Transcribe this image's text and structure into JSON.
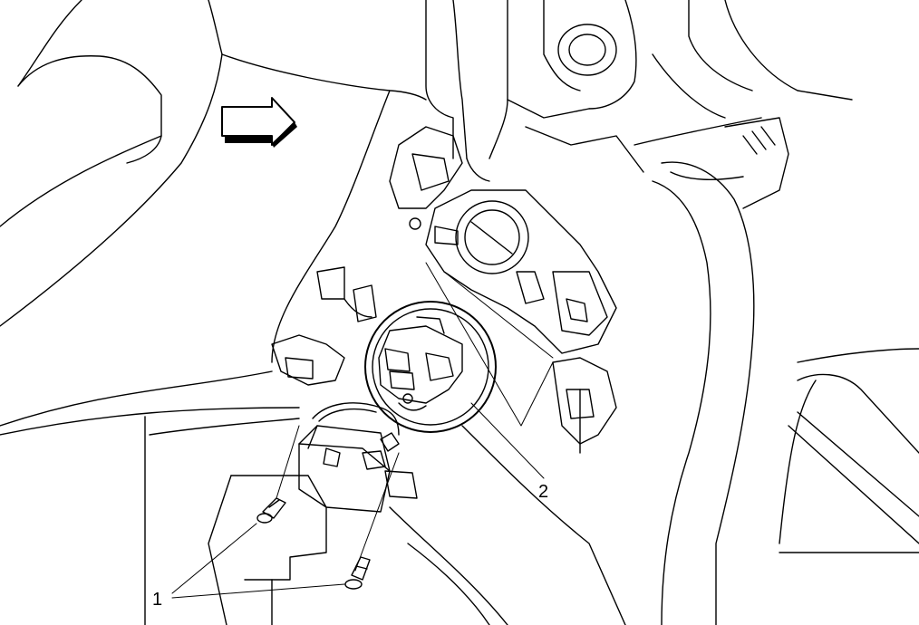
{
  "callouts": [
    {
      "label": "1",
      "part": "bolts"
    },
    {
      "label": "2",
      "part": "steering-column-lock-assembly"
    }
  ],
  "direction_arrow_icon": "arrow-right-icon",
  "colors": {
    "line": "#000000",
    "background": "#ffffff"
  }
}
